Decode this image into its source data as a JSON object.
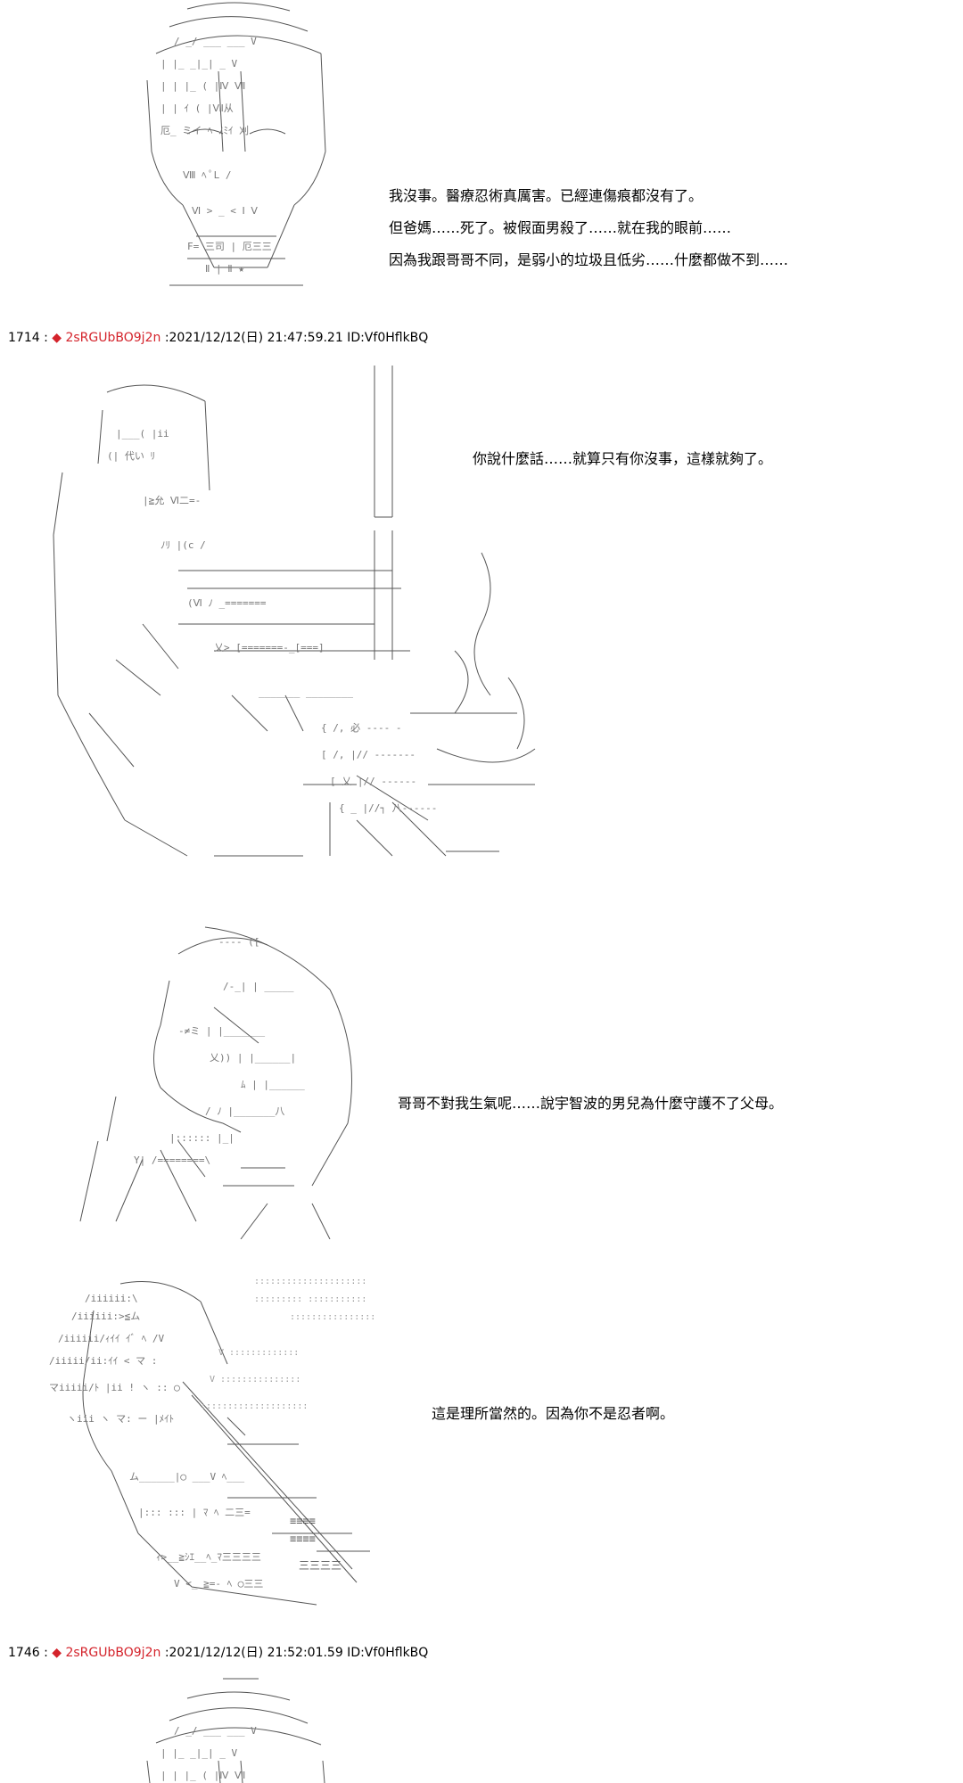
{
  "dialogue": [
    {
      "id": "d1",
      "text": "我沒事。醫療忍術真厲害。已經連傷痕都沒有了。"
    },
    {
      "id": "d2",
      "text": "但爸媽……死了。被假面男殺了……就在我的眼前……"
    },
    {
      "id": "d3",
      "text": "因為我跟哥哥不同，是弱小的垃圾且低劣……什麼都做不到……"
    },
    {
      "id": "d4",
      "text": "你說什麼話……就算只有你沒事，這樣就夠了。"
    },
    {
      "id": "d5",
      "text": "哥哥不對我生氣呢……說宇智波的男兒為什麼守護不了父母。"
    },
    {
      "id": "d6",
      "text": "這是理所當然的。因為你不是忍者啊。"
    }
  ],
  "posts": [
    {
      "id": "p1714",
      "number": "1714 :",
      "diamond": "◆",
      "name": "2sRGUbBO9j2n",
      "meta": ":2021/12/12(日) 21:47:59.21 ID:Vf0HflkBQ"
    },
    {
      "id": "p1746",
      "number": "1746 :",
      "diamond": "◆",
      "name": "2sRGUbBO9j2n",
      "meta": ":2021/12/12(日) 21:52:01.59 ID:Vf0HflkBQ"
    }
  ],
  "colors": {
    "name": "#d4232b",
    "text": "#000000",
    "background": "#ffffff",
    "art": "#444444"
  }
}
